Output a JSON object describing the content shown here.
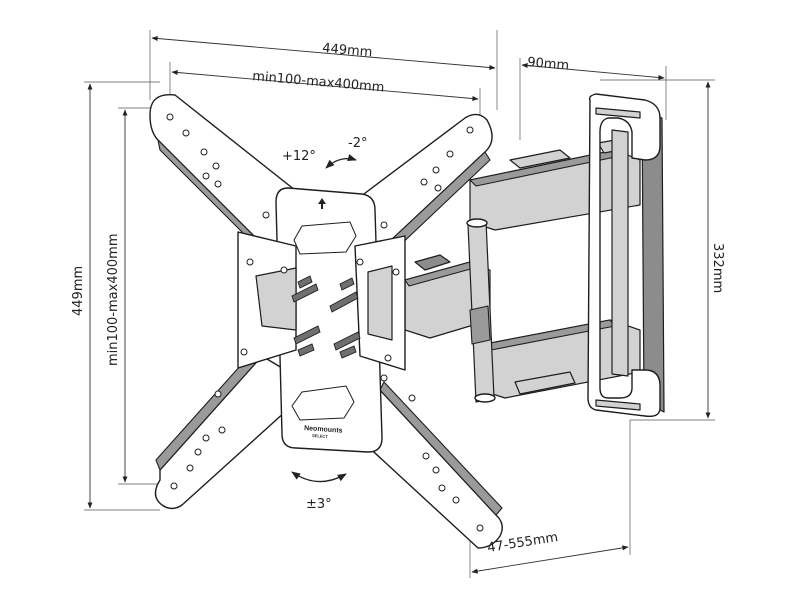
{
  "dimensions": {
    "plate_overall_width": "449mm",
    "vesa_horizontal": "min100-max400mm",
    "plate_overall_height": "449mm",
    "vesa_vertical": "min100-max400mm",
    "wall_plate_depth": "90mm",
    "wall_plate_height": "332mm",
    "arm_extension": "47-555mm"
  },
  "angles": {
    "tilt_up": "+12°",
    "tilt_down": "-2°",
    "rotation": "±3°"
  },
  "brand": {
    "name": "Neomounts",
    "sub": "SELECT"
  }
}
